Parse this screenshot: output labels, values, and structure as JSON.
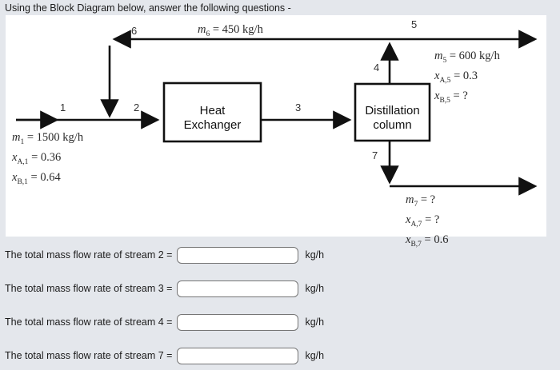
{
  "prompt": "Using the Block Diagram below, answer the following questions -",
  "diagram": {
    "units": [
      {
        "id": "heat-exchanger",
        "line1": "Heat",
        "line2": "Exchanger"
      },
      {
        "id": "distillation-column",
        "line1": "Distillation",
        "line2": "column"
      }
    ],
    "stream_numbers": {
      "s1": "1",
      "s2": "2",
      "s3": "3",
      "s4": "4",
      "s5": "5",
      "s6": "6",
      "s7": "7"
    },
    "specs": {
      "stream6": {
        "m": "m",
        "m_sub": "6",
        "m_val": "= 450 kg/h"
      },
      "stream1": {
        "m": "m",
        "m_sub": "1",
        "m_val": "= 1500 kg/h",
        "xa": "x",
        "xa_sub": "A,1",
        "xa_val": "= 0.36",
        "xb": "x",
        "xb_sub": "B,1",
        "xb_val": "= 0.64"
      },
      "stream5": {
        "m": "m",
        "m_sub": "5",
        "m_val": "= 600 kg/h",
        "xa": "x",
        "xa_sub": "A,5",
        "xa_val": "= 0.3",
        "xb": "x",
        "xb_sub": "B,5",
        "xb_val": "= ?"
      },
      "stream7": {
        "m": "m",
        "m_sub": "7",
        "m_val": "= ?",
        "xa": "x",
        "xa_sub": "A,7",
        "xa_val": "= ?",
        "xb": "x",
        "xb_sub": "B,7",
        "xb_val": "= 0.6"
      }
    }
  },
  "questions": [
    {
      "label": "The total mass flow rate of stream 2 =",
      "value": "",
      "unit": "kg/h"
    },
    {
      "label": "The total mass flow rate of stream 3 =",
      "value": "",
      "unit": "kg/h"
    },
    {
      "label": "The total mass flow rate of stream 4 =",
      "value": "",
      "unit": "kg/h"
    },
    {
      "label": "The total mass flow rate of stream 7 =",
      "value": "",
      "unit": "kg/h"
    }
  ]
}
